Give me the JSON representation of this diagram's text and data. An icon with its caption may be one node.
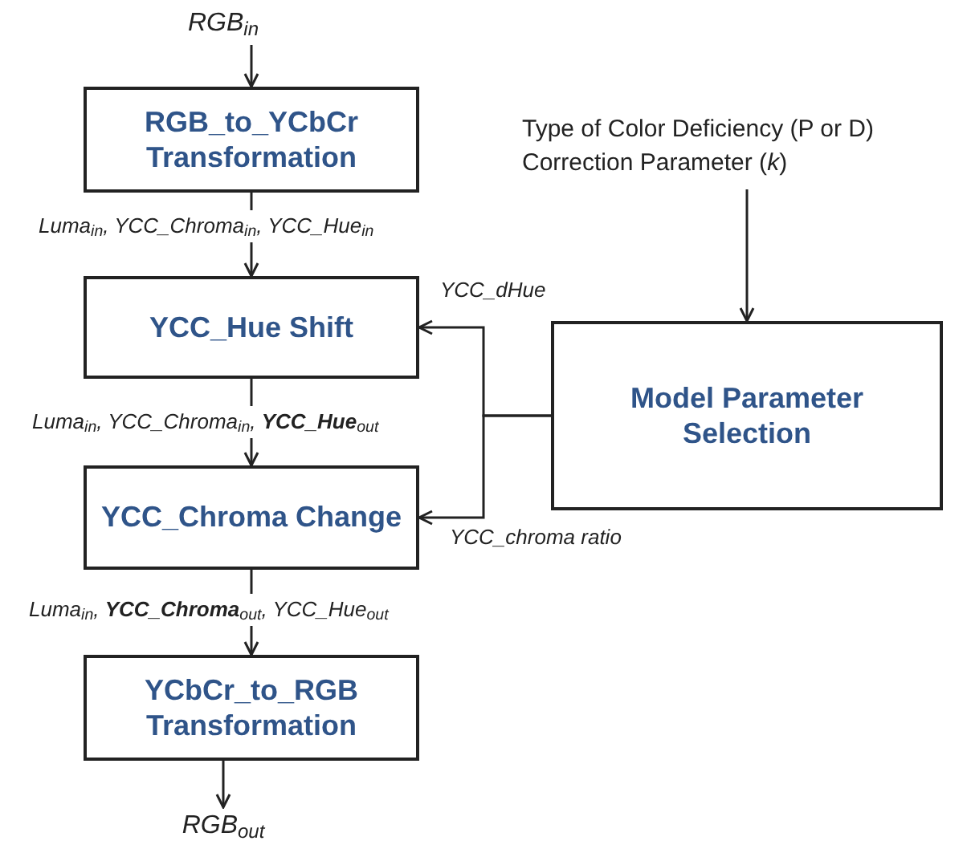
{
  "diagram": {
    "nodes": [
      {
        "text": [
          "RGB$_{in}$"
        ]
      },
      {
        "text": [
          "RGB_to_YCbCr Transformation"
        ]
      },
      {
        "text": [
          "YCC_Hue Shift"
        ]
      },
      {
        "text": [
          "YCC_Chroma Change"
        ]
      },
      {
        "text": [
          "YCbCr_to_RGB Transformation"
        ]
      },
      {
        "text": [
          "RGB$_{out}$"
        ]
      },
      {
        "text": [
          "Type of Color Deficiency (P or D)",
          "Correction Parameter (*k*)"
        ]
      },
      {
        "text": [
          "Model Parameter Selection"
        ]
      }
    ],
    "edges": [
      {
        "from": 0,
        "to": 1,
        "arrow": "to"
      },
      {
        "from": 1,
        "to": 2,
        "arrow": "to",
        "label": "Luma$_{in}$, YCC_Chroma$_{in}$, YCC_Hue$_{in}$"
      },
      {
        "from": 2,
        "to": 3,
        "arrow": "to",
        "label": "Luma$_{in}$, YCC_Chroma$_{in}$, **YCC_Hue**$_{out}$"
      },
      {
        "from": 3,
        "to": 4,
        "arrow": "to",
        "label": "Luma$_{in}$, **YCC_Chroma**$_{out}$, YCC_Hue$_{out}$"
      },
      {
        "from": 4,
        "to": 5,
        "arrow": "to"
      },
      {
        "from": 6,
        "to": 7,
        "arrow": "to"
      },
      {
        "from": 7,
        "to": 2,
        "arrow": "to",
        "label": "YCC_dHue"
      },
      {
        "from": 7,
        "to": 3,
        "arrow": "to",
        "label": "YCC_chroma ratio"
      }
    ]
  }
}
